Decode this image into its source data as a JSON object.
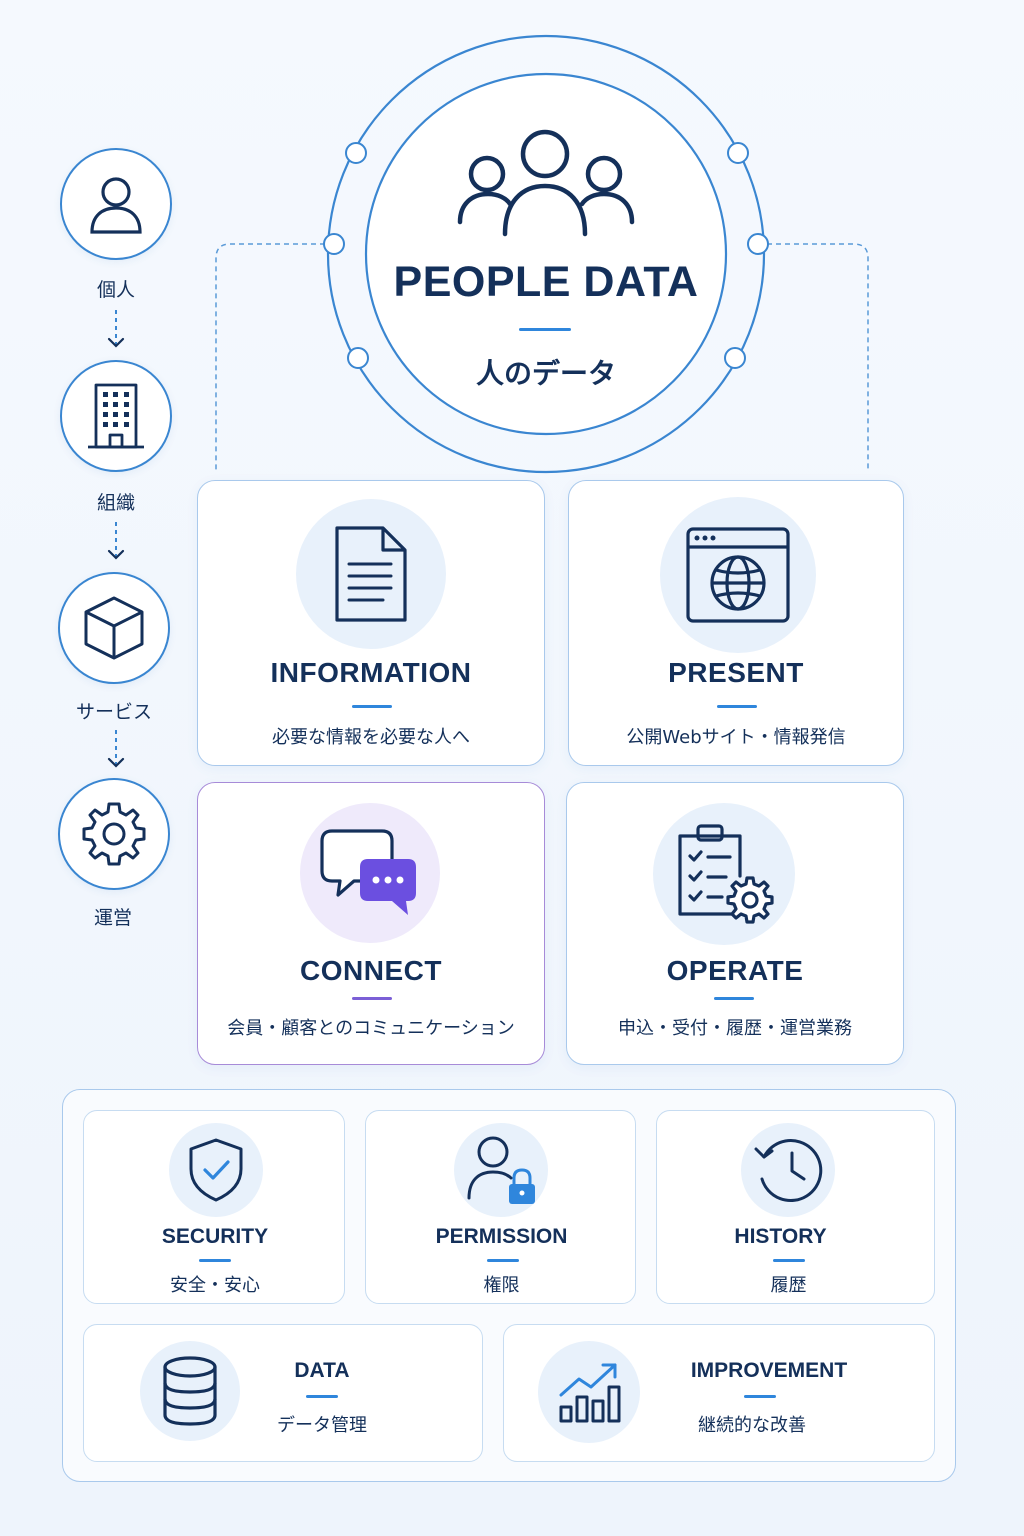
{
  "hero": {
    "title": "PEOPLE DATA",
    "subtitle": "人のデータ"
  },
  "flow": [
    {
      "label": "個人",
      "icon": "person-icon"
    },
    {
      "label": "組織",
      "icon": "building-icon"
    },
    {
      "label": "サービス",
      "icon": "cube-icon"
    },
    {
      "label": "運営",
      "icon": "gear-icon"
    }
  ],
  "cards": [
    {
      "title": "INFORMATION",
      "subtitle": "必要な情報を必要な人へ",
      "icon": "document-icon"
    },
    {
      "title": "PRESENT",
      "subtitle": "公開Webサイト・情報発信",
      "icon": "browser-globe-icon"
    },
    {
      "title": "CONNECT",
      "subtitle": "会員・顧客とのコミュニケーション",
      "icon": "chat-bubbles-icon"
    },
    {
      "title": "OPERATE",
      "subtitle": "申込・受付・履歴・運営業務",
      "icon": "clipboard-gear-icon"
    }
  ],
  "features": [
    {
      "title": "SECURITY",
      "subtitle": "安全・安心",
      "icon": "shield-check-icon"
    },
    {
      "title": "PERMISSION",
      "subtitle": "権限",
      "icon": "user-lock-icon"
    },
    {
      "title": "HISTORY",
      "subtitle": "履歴",
      "icon": "history-clock-icon"
    },
    {
      "title": "DATA",
      "subtitle": "データ管理",
      "icon": "database-icon"
    },
    {
      "title": "IMPROVEMENT",
      "subtitle": "継続的な改善",
      "icon": "growth-chart-icon"
    }
  ],
  "colors": {
    "navy": "#14305a",
    "accent_blue": "#2f86dc",
    "accent_purple": "#7b5fd6",
    "border": "#a9c9ec"
  }
}
